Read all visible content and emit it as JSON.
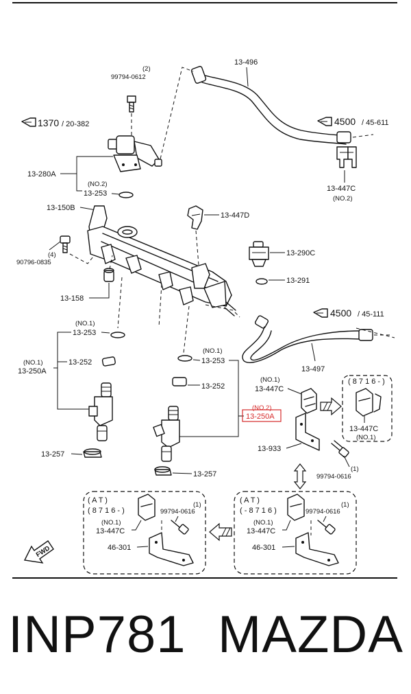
{
  "colors": {
    "ink": "#111111",
    "highlight": "#d62b2b",
    "background": "#ffffff"
  },
  "labels": {
    "p13_496": "13-496",
    "p99794_0612_qty": "(2)",
    "p99794_0612": "99794-0612",
    "ref_1370": "1370",
    "ref_20_382": "/ 20-382",
    "ref_4500_top": "4500",
    "ref_45_611": "/ 45-611",
    "p13_280A": "13-280A",
    "no2_253": "(NO.2)",
    "p13_253_top": "13-253",
    "p13_447C_right": "13-447C",
    "no2_447C": "(NO.2)",
    "p13_150B": "13-150B",
    "p13_447D": "13-447D",
    "qty4": "(4)",
    "p90796_0835": "90796-0835",
    "p13_290C": "13-290C",
    "p13_291": "13-291",
    "p13_158": "13-158",
    "ref_4500_mid": "4500",
    "ref_45_111": "/ 45-111",
    "no1_253_left": "(NO.1)",
    "p13_253_left": "13-253",
    "no1_250A": "(NO.1)",
    "p13_250A_left": "13-250A",
    "p13_252_left": "13-252",
    "p13_257_left": "13-257",
    "no1_253_mid": "(NO.1)",
    "p13_253_mid": "13-253",
    "p13_497": "13-497",
    "p13_252_mid": "13-252",
    "no1_447C_mid": "(NO.1)",
    "p13_447C_mid": "13-447C",
    "no2_250A_hl": "(NO.2)",
    "p13_250A_hl": "13-250A",
    "p8716_range": "( 8 7 1 6 - )",
    "p13_447C_box": "13-447C",
    "no1_box": "(NO.1)",
    "p13_933": "13-933",
    "qty1_616": "(1)",
    "p99794_0616": "99794-0616",
    "p13_257_mid": "13-257",
    "at_left": "( A T )",
    "at_left_range": "( 8 7 1 6 - )",
    "bl_qty": "(1)",
    "bl_99794": "99794-0616",
    "bl_no1": "(NO.1)",
    "bl_447C": "13-447C",
    "bl_46_301": "46-301",
    "at_right": "( A T )",
    "at_right_range": "( - 8 7 1 6 )",
    "br_qty": "(1)",
    "br_99794": "99794-0616",
    "br_no1": "(NO.1)",
    "br_447C": "13-447C",
    "br_46_301": "46-301",
    "fwd": "FWD"
  },
  "footer": {
    "code": "INP781",
    "brand": "MAZDA"
  }
}
